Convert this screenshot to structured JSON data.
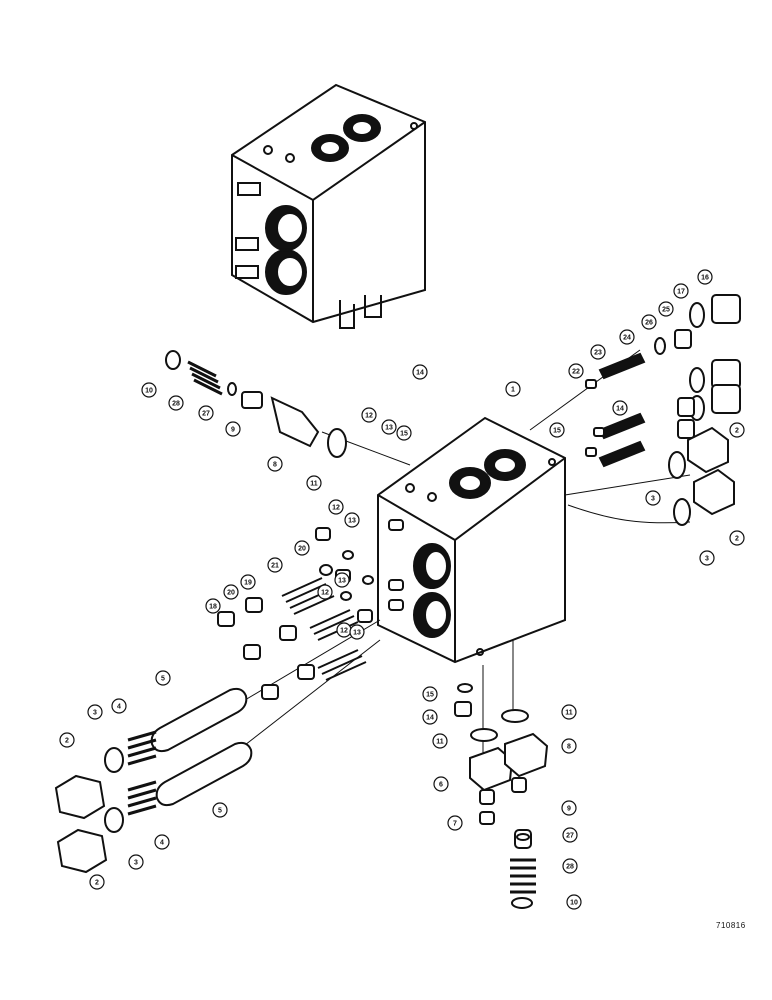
{
  "drawing_code": "710816",
  "callouts": [
    {
      "id": "c1",
      "label": "1"
    },
    {
      "id": "c2a",
      "label": "2"
    },
    {
      "id": "c2b",
      "label": "2"
    },
    {
      "id": "c2c",
      "label": "2"
    },
    {
      "id": "c2d",
      "label": "2"
    },
    {
      "id": "c3a",
      "label": "3"
    },
    {
      "id": "c3b",
      "label": "3"
    },
    {
      "id": "c3c",
      "label": "3"
    },
    {
      "id": "c3d",
      "label": "3"
    },
    {
      "id": "c4a",
      "label": "4"
    },
    {
      "id": "c4b",
      "label": "4"
    },
    {
      "id": "c5a",
      "label": "5"
    },
    {
      "id": "c5b",
      "label": "5"
    },
    {
      "id": "c6",
      "label": "6"
    },
    {
      "id": "c7",
      "label": "7"
    },
    {
      "id": "c8a",
      "label": "8"
    },
    {
      "id": "c8b",
      "label": "8"
    },
    {
      "id": "c9a",
      "label": "9"
    },
    {
      "id": "c9b",
      "label": "9"
    },
    {
      "id": "c10a",
      "label": "10"
    },
    {
      "id": "c10b",
      "label": "10"
    },
    {
      "id": "c11a",
      "label": "11"
    },
    {
      "id": "c11b",
      "label": "11"
    },
    {
      "id": "c11c",
      "label": "11"
    },
    {
      "id": "c12a",
      "label": "12"
    },
    {
      "id": "c12b",
      "label": "12"
    },
    {
      "id": "c12c",
      "label": "12"
    },
    {
      "id": "c12d",
      "label": "12"
    },
    {
      "id": "c13a",
      "label": "13"
    },
    {
      "id": "c13b",
      "label": "13"
    },
    {
      "id": "c13c",
      "label": "13"
    },
    {
      "id": "c13d",
      "label": "13"
    },
    {
      "id": "c14a",
      "label": "14"
    },
    {
      "id": "c14b",
      "label": "14"
    },
    {
      "id": "c14c",
      "label": "14"
    },
    {
      "id": "c15a",
      "label": "15"
    },
    {
      "id": "c15b",
      "label": "15"
    },
    {
      "id": "c15c",
      "label": "15"
    },
    {
      "id": "c16",
      "label": "16"
    },
    {
      "id": "c17",
      "label": "17"
    },
    {
      "id": "c18",
      "label": "18"
    },
    {
      "id": "c19",
      "label": "19"
    },
    {
      "id": "c20a",
      "label": "20"
    },
    {
      "id": "c20b",
      "label": "20"
    },
    {
      "id": "c21",
      "label": "21"
    },
    {
      "id": "c22",
      "label": "22"
    },
    {
      "id": "c23",
      "label": "23"
    },
    {
      "id": "c24",
      "label": "24"
    },
    {
      "id": "c25",
      "label": "25"
    },
    {
      "id": "c26",
      "label": "26"
    },
    {
      "id": "c27a",
      "label": "27"
    },
    {
      "id": "c27b",
      "label": "27"
    },
    {
      "id": "c28a",
      "label": "28"
    },
    {
      "id": "c28b",
      "label": "28"
    }
  ]
}
